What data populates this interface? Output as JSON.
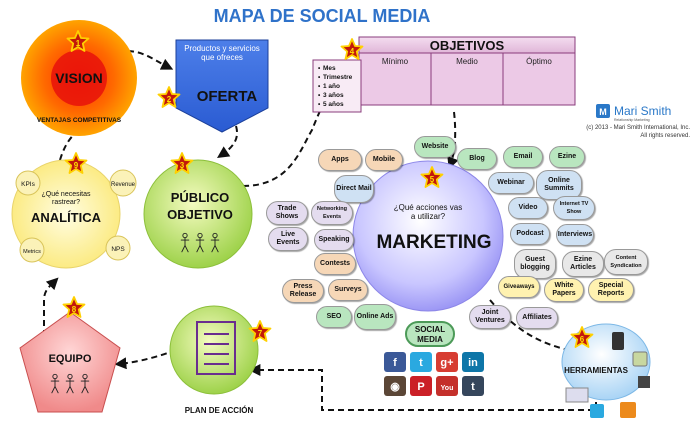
{
  "title": "MAPA DE SOCIAL MEDIA",
  "vision": {
    "label": "VISION",
    "caption": "VENTAJAS COMPETITIVAS",
    "step": "1"
  },
  "oferta": {
    "top": "Productos y servicios que ofreces",
    "label": "OFERTA",
    "step": "2"
  },
  "objetivos": {
    "label": "OBJETIVOS",
    "columns": [
      "Mínimo",
      "Medio",
      "Óptimo"
    ],
    "periods": [
      "Mes",
      "Trimestre",
      "1 año",
      "3 años",
      "5 años"
    ],
    "step": "4"
  },
  "publico": {
    "line1": "PÚBLICO",
    "line2": "OBJETIVO",
    "step": "3"
  },
  "analitica": {
    "question": "¿Qué necesitas rastrear?",
    "label": "ANALÍTICA",
    "metrics": [
      "KPIs",
      "Revenue",
      "Metrics",
      "NPS"
    ],
    "step": "9"
  },
  "marketing": {
    "question": "¿Qué acciones vas a utilizar?",
    "label": "MARKETING",
    "step": "5"
  },
  "brand": {
    "name": "Mari Smith",
    "tagline": "Relationship Marketing",
    "copyright1": "(c) 2013 - Mari Smith International, Inc.",
    "copyright2": "All rights reserved."
  },
  "pills": [
    {
      "label": "Website",
      "color": "#b9e6bf"
    },
    {
      "label": "Blog",
      "color": "#b9e6bf"
    },
    {
      "label": "Email",
      "color": "#b9e6bf"
    },
    {
      "label": "Ezine",
      "color": "#b9e6bf"
    },
    {
      "label": "Apps",
      "color": "#f6d7b7"
    },
    {
      "label": "Mobile",
      "color": "#f6d7b7"
    },
    {
      "label": "Webinar",
      "color": "#cfe1f3"
    },
    {
      "label": "Online Summits",
      "color": "#cfe1f3"
    },
    {
      "label": "Direct Mail",
      "color": "#cfe1f3"
    },
    {
      "label": "Trade Shows",
      "color": "#e4dcef"
    },
    {
      "label": "Networking Events",
      "color": "#e4dcef"
    },
    {
      "label": "Video",
      "color": "#cfe1f3"
    },
    {
      "label": "Internet TV Show",
      "color": "#cfe1f3"
    },
    {
      "label": "Live Events",
      "color": "#e4dcef"
    },
    {
      "label": "Speaking",
      "color": "#e4dcef"
    },
    {
      "label": "Podcast",
      "color": "#cfe1f3"
    },
    {
      "label": "Interviews",
      "color": "#cfe1f3"
    },
    {
      "label": "Contests",
      "color": "#f6d7b7"
    },
    {
      "label": "Guest blogging",
      "color": "#e8e8e8"
    },
    {
      "label": "Ezine Articles",
      "color": "#e8e8e8"
    },
    {
      "label": "Content Syndication",
      "color": "#e8e8e8"
    },
    {
      "label": "Press Release",
      "color": "#f6d7b7"
    },
    {
      "label": "Surveys",
      "color": "#f6d7b7"
    },
    {
      "label": "Giveaways",
      "color": "#fff2b0"
    },
    {
      "label": "White Papers",
      "color": "#fff2b0"
    },
    {
      "label": "Special Reports",
      "color": "#fff2b0"
    },
    {
      "label": "SEO",
      "color": "#b9e6bf"
    },
    {
      "label": "Online Ads",
      "color": "#b9e6bf"
    },
    {
      "label": "Joint Ventures",
      "color": "#e4dcef"
    },
    {
      "label": "Affiliates",
      "color": "#e4dcef"
    }
  ],
  "social": {
    "line1": "SOCIAL",
    "line2": "MEDIA",
    "icons": [
      {
        "name": "facebook-icon",
        "glyph": "f",
        "color": "#3b5998"
      },
      {
        "name": "twitter-icon",
        "glyph": "t",
        "color": "#2aa9e0"
      },
      {
        "name": "google-plus-icon",
        "glyph": "g+",
        "color": "#d73d32"
      },
      {
        "name": "linkedin-icon",
        "glyph": "in",
        "color": "#0e76a8"
      },
      {
        "name": "instagram-icon",
        "glyph": "◉",
        "color": "#5b4636"
      },
      {
        "name": "pinterest-icon",
        "glyph": "P",
        "color": "#cb2027"
      },
      {
        "name": "youtube-icon",
        "glyph": "You",
        "color": "#c4302b"
      },
      {
        "name": "tumblr-icon",
        "glyph": "t",
        "color": "#35465c"
      }
    ]
  },
  "herramientas": {
    "label": "HERRAMIENTAS",
    "step": "6"
  },
  "plan": {
    "label": "PLAN DE ACCIÓN",
    "step": "7"
  },
  "equipo": {
    "label": "EQUIPO",
    "step": "8"
  }
}
